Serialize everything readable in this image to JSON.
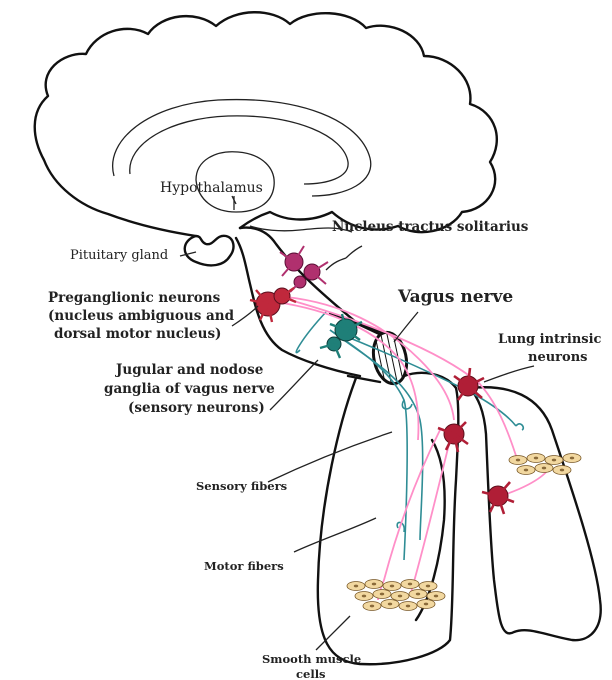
{
  "labels": {
    "hypothalamus": "Hypothalamus",
    "pituitary": "Pituitary gland",
    "nts": "Nucleus tractus solitarius",
    "pre1": "Preganglionic neurons",
    "pre2": "(nucleus ambiguous and",
    "pre3": "dorsal motor nucleus)",
    "vagus": "Vagus nerve",
    "lung1": "Lung intrinsic",
    "lung2": "neurons",
    "jug1": "Jugular and nodose",
    "jug2": "ganglia of vagus nerve",
    "jug3": "(sensory neurons)",
    "sensory": "Sensory fibers",
    "motor": "Motor fibers",
    "smooth1": "Smooth muscle",
    "smooth2": "cells"
  },
  "colors": {
    "outline": "#111111",
    "nts_neuron": "#b0306e",
    "preganglionic_neuron": "#c0283c",
    "sensory_ganglion": "#1f7f78",
    "lung_neuron": "#b01e36",
    "motor_fiber": "#ff8fc8",
    "sensory_fiber": "#2f8d95",
    "muscle_cell": "#f2d8a0"
  }
}
